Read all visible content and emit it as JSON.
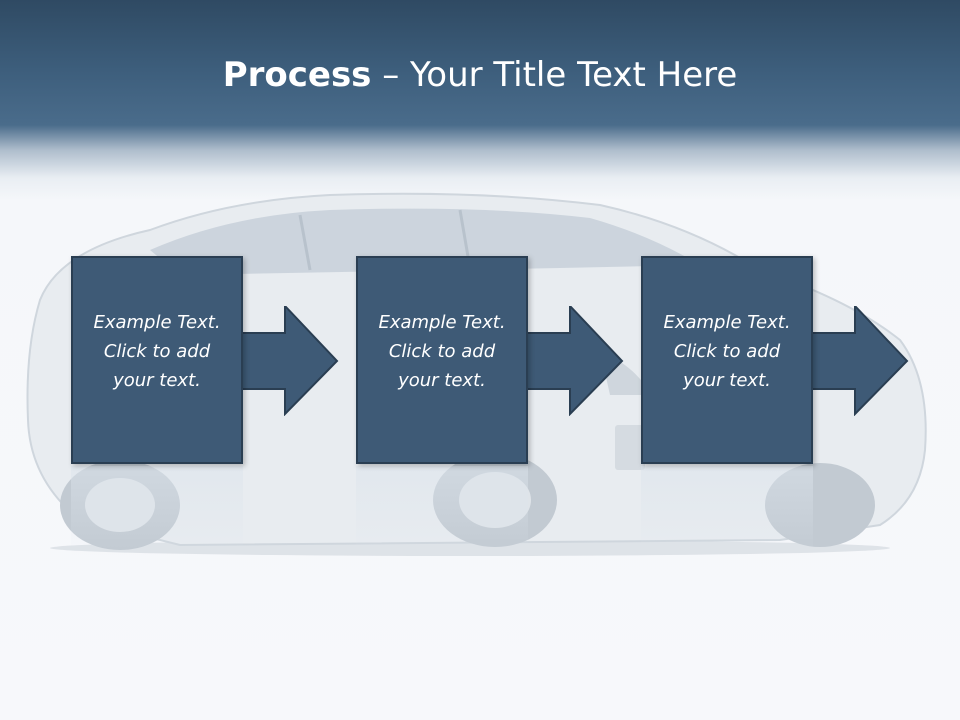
{
  "slide": {
    "title_bold": "Process",
    "title_rest": " – Your Title Text Here"
  },
  "steps": [
    {
      "line1": "Example Text.",
      "line2": "Click  to add",
      "line3": "your text."
    },
    {
      "line1": "Example Text.",
      "line2": "Click  to add",
      "line3": "your text."
    },
    {
      "line1": "Example Text.",
      "line2": "Click  to add",
      "line3": "your text."
    }
  ],
  "colors": {
    "header": "#3d5e7c",
    "box_fill": "#3e5a76",
    "box_border": "#2a3e52",
    "text": "#ffffff"
  },
  "icons": {
    "background_image": "car-icon",
    "step_connector": "arrow-right-icon"
  }
}
